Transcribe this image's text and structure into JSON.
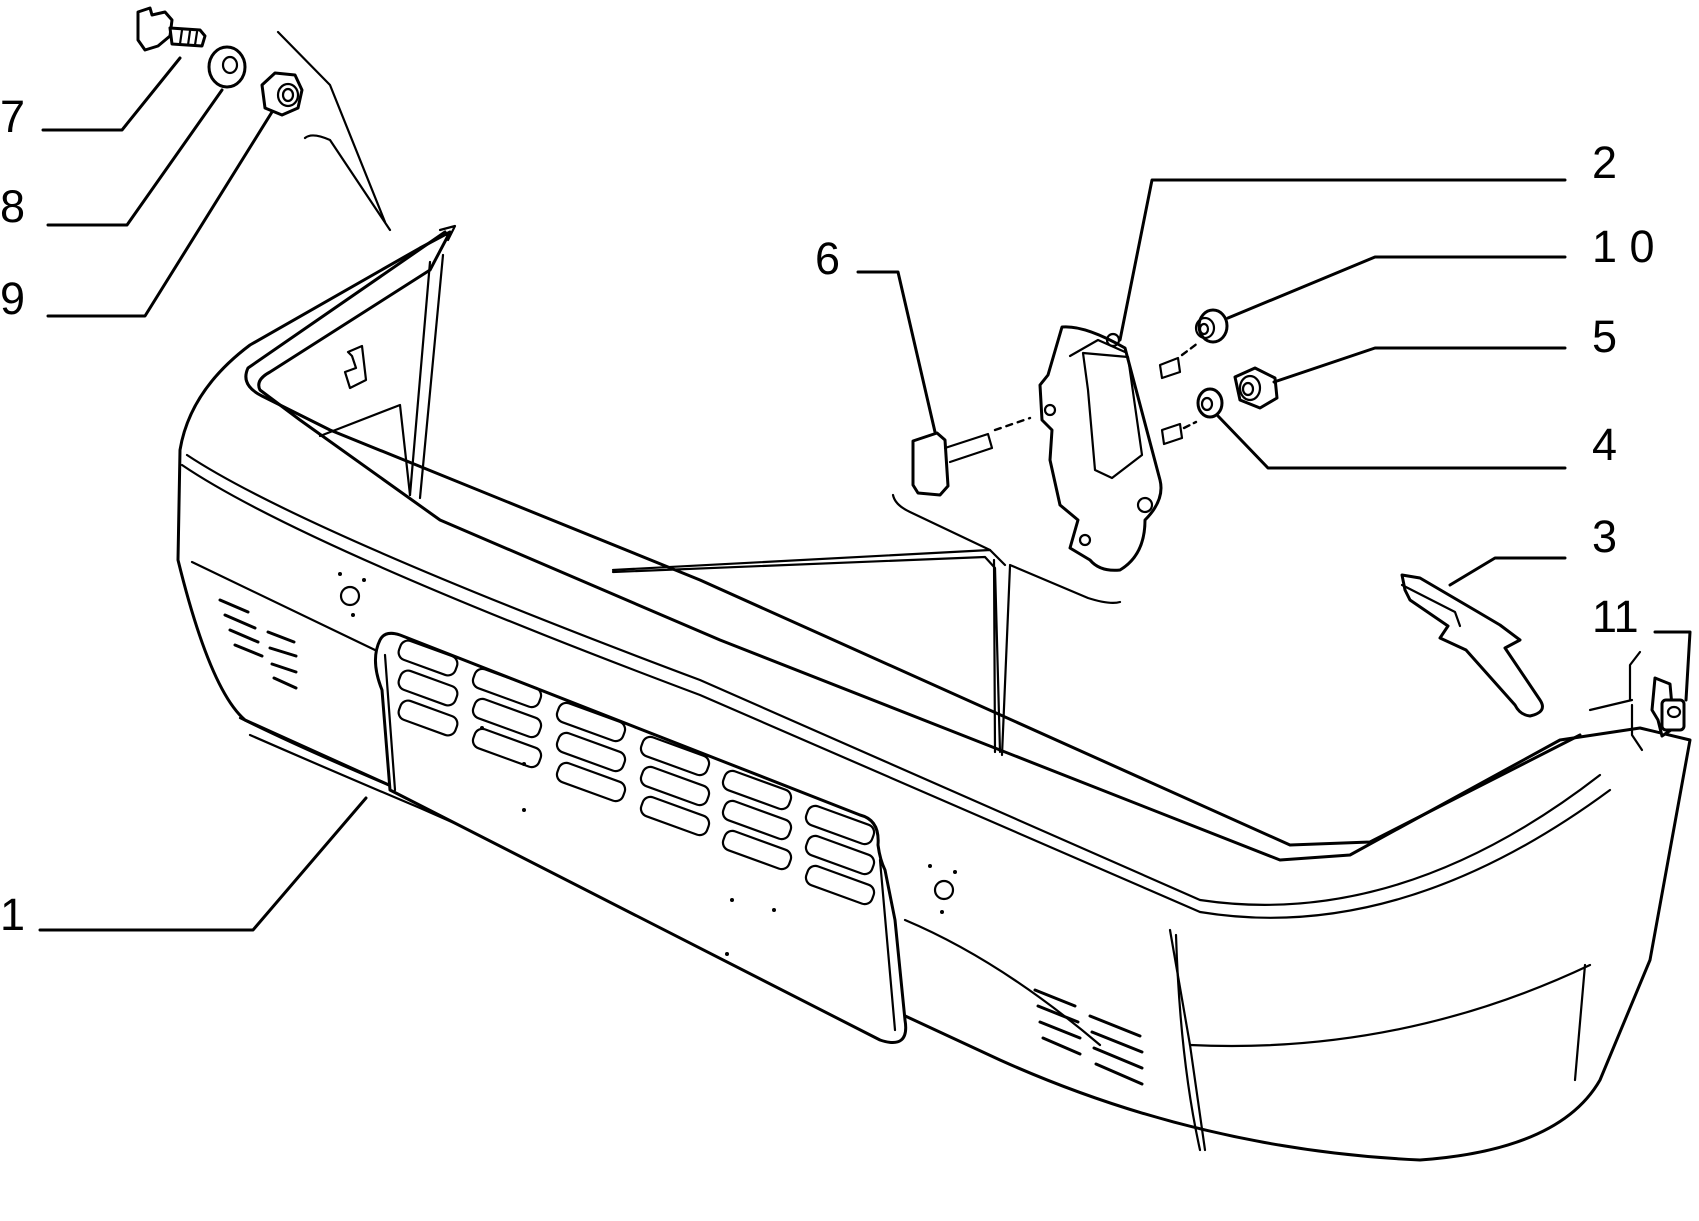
{
  "callouts": [
    {
      "id": "c1",
      "label": "1"
    },
    {
      "id": "c2",
      "label": "2"
    },
    {
      "id": "c3",
      "label": "3"
    },
    {
      "id": "c4",
      "label": "4"
    },
    {
      "id": "c5",
      "label": "5"
    },
    {
      "id": "c6",
      "label": "6"
    },
    {
      "id": "c7",
      "label": "7"
    },
    {
      "id": "c8",
      "label": "8"
    },
    {
      "id": "c9",
      "label": "9"
    },
    {
      "id": "c10",
      "label": "1 0"
    },
    {
      "id": "c11",
      "label": "11"
    }
  ],
  "colors": {
    "line": "#000000",
    "background": "#ffffff"
  }
}
